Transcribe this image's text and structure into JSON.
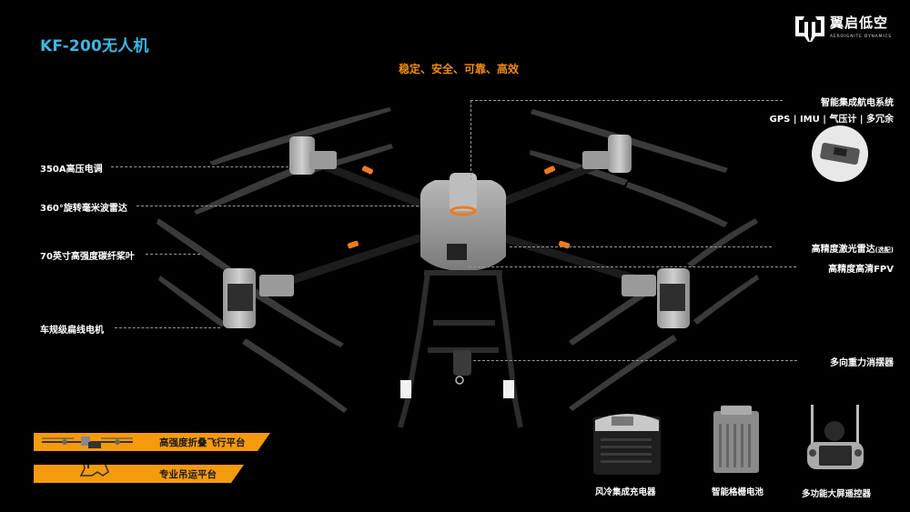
{
  "header": {
    "title": "KF-200无人机",
    "slogan": "稳定、安全、可靠、高效"
  },
  "logo": {
    "name_cn": "翼启低空",
    "name_en": "AEROIGNITE DYNAMICS"
  },
  "labels_left": [
    {
      "id": "esc",
      "text": "350A高压电调"
    },
    {
      "id": "radar",
      "text": "360°旋转毫米波雷达"
    },
    {
      "id": "propeller",
      "text": "70英寸高强度碳纤桨叶"
    },
    {
      "id": "motor",
      "text": "车规级扁线电机"
    }
  ],
  "labels_right": {
    "flight_control": {
      "title": "智能集成航电系统",
      "sub": "GPS | IMU | 气压计 | 多冗余"
    },
    "lidar": {
      "text": "高精度激光雷达",
      "note": "(选配)"
    },
    "fpv": {
      "text": "高精度高清FPV"
    },
    "damper": {
      "text": "多向重力消摆器"
    }
  },
  "banners": [
    {
      "text": "高强度折叠飞行平台",
      "color": "#f59a0c"
    },
    {
      "text": "专业吊运平台",
      "color": "#f59a0c"
    }
  ],
  "accessories": [
    {
      "name": "风冷集成充电器",
      "icon": "charger-icon"
    },
    {
      "name": "智能格栅电池",
      "icon": "battery-icon"
    },
    {
      "name": "多功能大屏遥控器",
      "icon": "remote-controller-icon"
    }
  ],
  "colors": {
    "title": "#3cb8e6",
    "slogan": "#f08c10",
    "accent_orange": "#f59a0c",
    "background": "#000000"
  }
}
